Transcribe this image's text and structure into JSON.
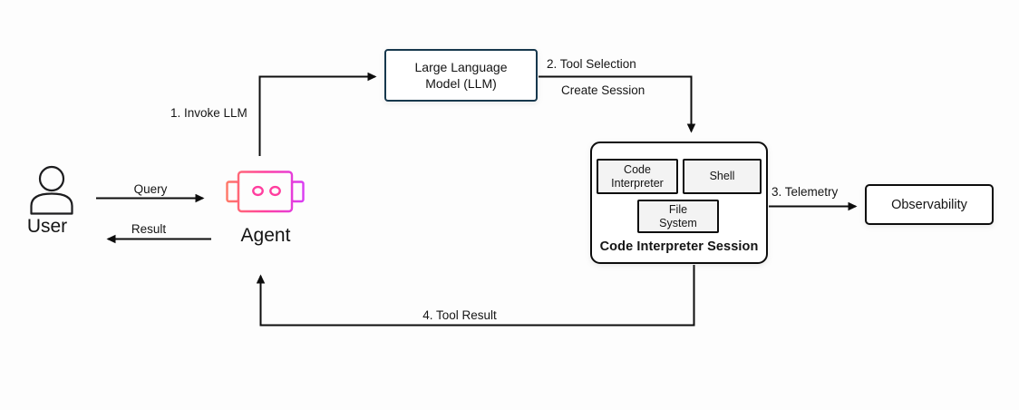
{
  "diagram": {
    "nodes": {
      "user": {
        "label": "User"
      },
      "agent": {
        "label": "Agent"
      },
      "llm": {
        "label_line1": "Large Language",
        "label_line2": "Model (LLM)"
      },
      "session": {
        "label": "Code Interpreter Session",
        "children": {
          "code_interpreter": {
            "label_line1": "Code",
            "label_line2": "Interpreter"
          },
          "shell": {
            "label": "Shell"
          },
          "file_system": {
            "label_line1": "File",
            "label_line2": "System"
          }
        }
      },
      "observability": {
        "label": "Observability"
      }
    },
    "edges": {
      "query": {
        "label": "Query"
      },
      "result": {
        "label": "Result"
      },
      "invoke_llm": {
        "label": "1. Invoke LLM"
      },
      "tool_selection": {
        "label": "2. Tool Selection"
      },
      "create_session": {
        "label": "Create Session"
      },
      "telemetry": {
        "label": "3. Telemetry"
      },
      "tool_result": {
        "label": "4. Tool Result"
      }
    },
    "colors": {
      "line": "#0d0d0d",
      "llm_border": "#17384d",
      "agent_gradient_start": "#ff7a66",
      "agent_gradient_mid": "#ff409e",
      "agent_gradient_end": "#d93cf5",
      "agent_eye": "#ff3d9e",
      "icon_stroke": "#1d1d1f",
      "inner_box_fill": "#f3f3f3"
    }
  }
}
